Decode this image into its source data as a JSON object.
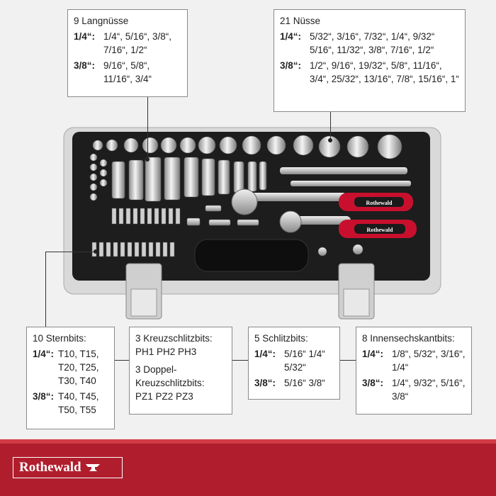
{
  "boxes": {
    "langnuesse": {
      "title": "9 Langnüsse",
      "rows": [
        {
          "label": "1/4“:",
          "value": "1/4“, 5/16“, 3/8“, 7/16“, 1/2“"
        },
        {
          "label": "3/8“:",
          "value": "9/16“, 5/8“, 11/16“, 3/4“"
        }
      ]
    },
    "nuesse": {
      "title": "21 Nüsse",
      "rows": [
        {
          "label": "1/4“:",
          "value": "5/32“, 3/16“, 7/32“, 1/4“, 9/32“ 5/16“, 11/32“, 3/8“, 7/16“, 1/2“"
        },
        {
          "label": "3/8“:",
          "value": "1/2“, 9/16“, 19/32“, 5/8“, 11/16“, 3/4“, 25/32“, 13/16“, 7/8“, 15/16“, 1“"
        }
      ]
    },
    "sternbits": {
      "title": "10 Sternbits:",
      "rows": [
        {
          "label": "1/4“:",
          "value": "T10, T15, T20, T25, T30, T40"
        },
        {
          "label": "3/8“:",
          "value": "T40, T45, T50, T55"
        }
      ]
    },
    "kreuz": {
      "title1": "3 Kreuzschlitzbits:",
      "value1": "PH1 PH2 PH3",
      "title2": "3 Doppel-Kreuzschlitzbits:",
      "value2": "PZ1 PZ2 PZ3"
    },
    "schlitz": {
      "title": "5 Schlitzbits:",
      "rows": [
        {
          "label": "1/4“:",
          "value": "5/16“ 1/4“ 5/32“"
        },
        {
          "label": "3/8“:",
          "value": "5/16“ 3/8“"
        }
      ]
    },
    "innensechskant": {
      "title": "8 Innensechskantbits:",
      "rows": [
        {
          "label": "1/4“:",
          "value": "1/8“, 5/32“, 3/16“, 1/4“"
        },
        {
          "label": "3/8“:",
          "value": "1/4“, 9/32“, 5/16“, 3/8“"
        }
      ]
    }
  },
  "brand": {
    "logo_text": "Rothewald",
    "handle_text": "Rothewald",
    "footer_color": "#b01e2d",
    "handle_color": "#c8102e"
  }
}
